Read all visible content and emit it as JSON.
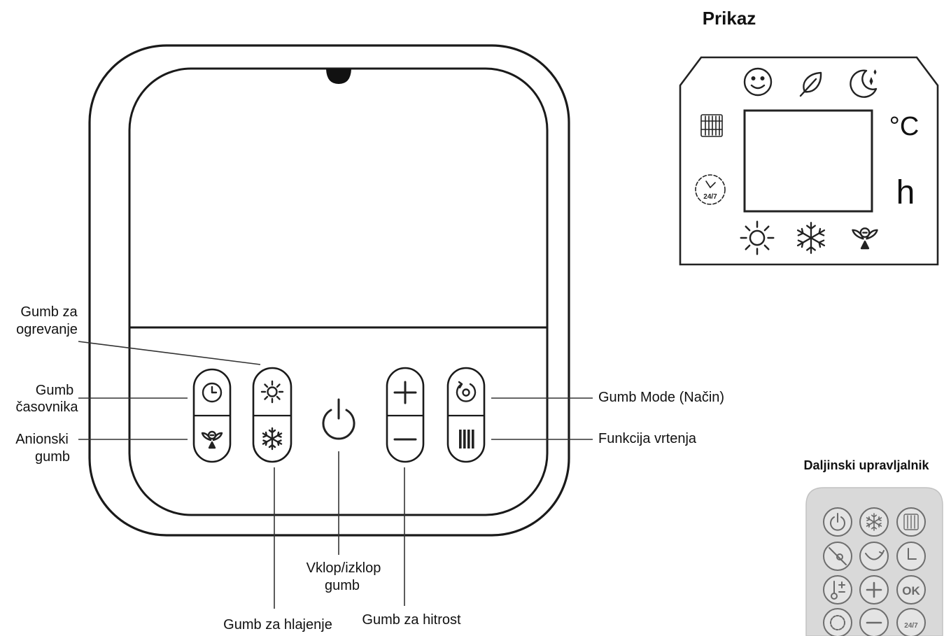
{
  "titles": {
    "display": "Prikaz",
    "remote": "Daljinski upravljalnik"
  },
  "labels": {
    "heat_button": [
      "Gumb za",
      "ogrevanje"
    ],
    "timer_button": [
      "Gumb",
      "časovnika"
    ],
    "anion_button": [
      "Anionski",
      "gumb"
    ],
    "mode_button": "Gumb Mode (Način)",
    "rotation_function": "Funkcija vrtenja",
    "power_button": [
      "Vklop/izklop",
      "gumb"
    ],
    "cool_button": "Gumb za hlajenje",
    "speed_button": "Gumb za hitrost"
  },
  "display": {
    "celsius_unit": "°C",
    "hour_unit": "h",
    "badge_24_7": "24/7"
  },
  "remote": {
    "ok_label": "OK",
    "badge_24_7": "24/7"
  },
  "icons": [
    "clock-icon",
    "sun-icon",
    "snowflake-icon",
    "power-icon",
    "plus-icon",
    "minus-icon",
    "rotation-icon",
    "swing-icon",
    "anion-icon",
    "smiley-icon",
    "leaf-icon",
    "moon-icon",
    "heater-icon",
    "timer-24-7-icon",
    "thermometer-icon",
    "sleep-icon",
    "ok-icon"
  ]
}
